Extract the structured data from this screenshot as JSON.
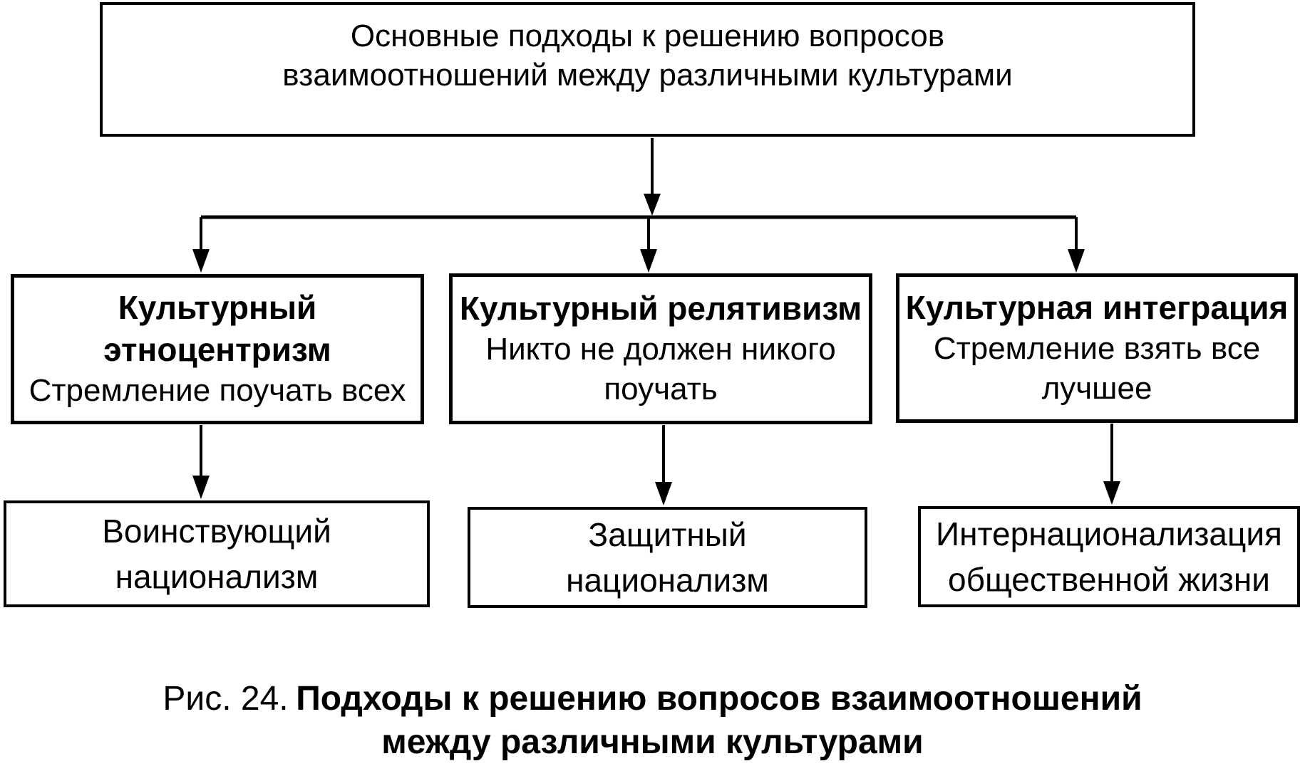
{
  "colors": {
    "background": "#ffffff",
    "line": "#000000",
    "text": "#000000"
  },
  "root_box": {
    "lines": [
      "Основные подходы к решению вопросов",
      "взаимоотношений между различными культурами"
    ]
  },
  "branches": [
    {
      "title_lines": [
        "Культурный",
        "этноцентризм"
      ],
      "subtitle_lines": [
        "Стремление поучать всех"
      ]
    },
    {
      "title_lines": [
        "Культурный релятивизм"
      ],
      "subtitle_lines": [
        "Никто не должен никого",
        "поучать"
      ]
    },
    {
      "title_lines": [
        "Культурная интеграция"
      ],
      "subtitle_lines": [
        "Стремление взять все",
        "лучшее"
      ]
    }
  ],
  "outcomes": [
    {
      "lines": [
        "Воинствующий",
        "национализм"
      ]
    },
    {
      "lines": [
        "Защитный",
        "национализм"
      ]
    },
    {
      "lines": [
        "Интернационализация",
        "общественной жизни"
      ]
    }
  ],
  "caption": {
    "figure_label": "Рис. 24.",
    "title_line1": "Подходы к решению вопросов взаимоотношений",
    "title_line2": "между различными культурами"
  }
}
